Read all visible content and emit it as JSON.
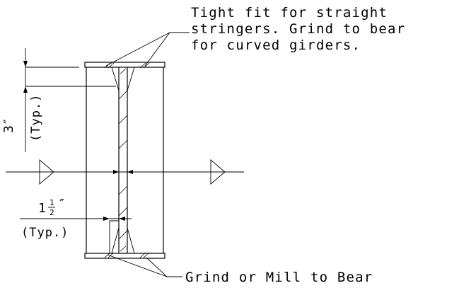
{
  "notes": {
    "top_line1": "Tight fit for straight",
    "top_line2": "stringers. Grind to bear",
    "top_line3": "for curved girders.",
    "bottom": "Grind or Mill to Bear"
  },
  "dimensions": {
    "vertical_value": "3″",
    "vertical_note": "(Typ.)",
    "horizontal_whole": "1",
    "horizontal_num": "1",
    "horizontal_den": "2",
    "horizontal_inch": "″",
    "horizontal_note": "(Typ.)"
  }
}
